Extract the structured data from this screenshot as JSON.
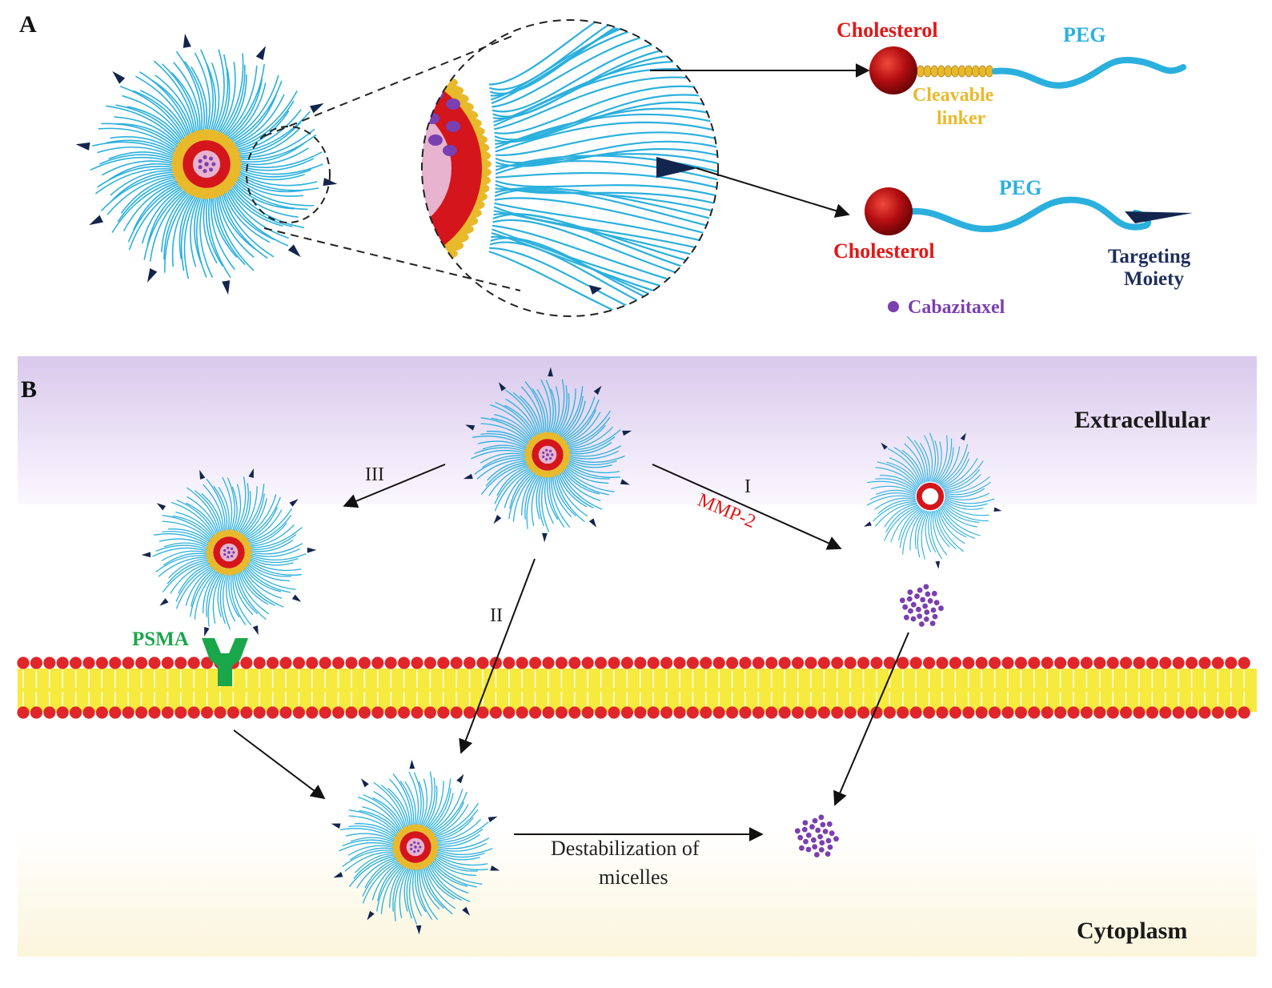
{
  "panel_a": {
    "letter": "A",
    "top_conjugate": {
      "cholesterol": "Cholesterol",
      "peg": "PEG",
      "linker_line1": "Cleavable",
      "linker_line2": "linker"
    },
    "bottom_conjugate": {
      "cholesterol": "Cholesterol",
      "peg": "PEG",
      "targeting_line1": "Targeting",
      "targeting_line2": "Moiety"
    },
    "drug_legend": "Cabazitaxel"
  },
  "panel_b": {
    "letter": "B",
    "extracellular": "Extracellular",
    "cytoplasm": "Cytoplasm",
    "receptor": "PSMA",
    "pathway_1": "I",
    "pathway_1_trigger": "MMP-2",
    "pathway_2": "II",
    "pathway_3": "III",
    "destabilization_line1": "Destabilization of",
    "destabilization_line2": "micelles"
  },
  "colors": {
    "peg_blue": "#2bb0dd",
    "cholesterol_red": "#d4151b",
    "linker_gold": "#e9b92c",
    "drug_purple": "#7a3fb0",
    "ligand_navy": "#14254d",
    "psma_green": "#1aa64a",
    "membrane_yellow": "#f7ea3e",
    "label_red": "#e01818",
    "label_navy": "#1f2f5c"
  }
}
